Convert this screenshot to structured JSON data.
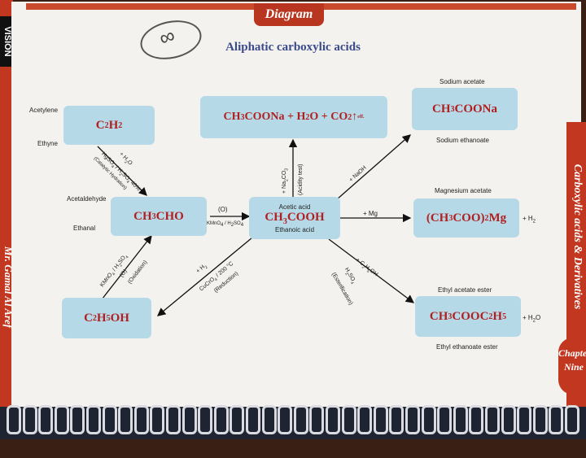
{
  "header": {
    "tab_label": "Diagram",
    "title": "Aliphatic carboxylic acids"
  },
  "side": {
    "left_brand": "VISION",
    "left_author": "Mr. Gamal Al Aref",
    "right_running_title": "Carboxylic acids & Derivatives",
    "chapter_label": "Chapter",
    "chapter_number": "Nine"
  },
  "handwriting": {
    "mark": "∞"
  },
  "nodes": {
    "acetylene": {
      "formula_a": "C",
      "sub_a": "2",
      "formula_b": "H",
      "sub_b": "2",
      "name1": "Acetylene",
      "name2": "Ethyne"
    },
    "acetaldehyde": {
      "formula_a": "CH",
      "sub_a": "3",
      "formula_b": "CHO",
      "name1": "Acetaldehyde",
      "name2": "Ethanal"
    },
    "ethanol": {
      "formula_a": "C",
      "sub_a": "2",
      "formula_b": "H",
      "sub_b": "5",
      "formula_c": "OH"
    },
    "acetic_acid": {
      "formula_a": "CH",
      "sub_a": "3",
      "formula_b": "COOH",
      "name1": "Acetic acid",
      "name2": "Ethanoic acid"
    },
    "acidity_products": {
      "t1": "CH",
      "s1": "3",
      "t2": "COONa + H",
      "s2": "2",
      "t3": "O + CO",
      "s3": "2",
      "t4": "↑",
      "s4": "eff."
    },
    "sodium_acetate": {
      "formula_a": "CH",
      "sub_a": "3",
      "formula_b": "COONa",
      "name1": "Sodium acetate",
      "name2": "Sodium ethanoate"
    },
    "magnesium_acetate": {
      "formula_a": "(CH",
      "sub_a": "3",
      "formula_b": "COO)",
      "sub_b": "2",
      "formula_c": "Mg",
      "byproduct": "+ H",
      "byproduct_sub": "2",
      "name1": "Magnesium acetate"
    },
    "ethyl_acetate": {
      "formula_a": "CH",
      "sub_a": "3",
      "formula_b": "COOC",
      "sub_b": "2",
      "formula_c": "H",
      "sub_c": "5",
      "byproduct": "+ H",
      "byproduct_sub": "2",
      "byproduct_tail": "O",
      "name1": "Ethyl acetate ester",
      "name2": "Ethyl ethanoate ester"
    }
  },
  "reactions": {
    "hydration": {
      "l1": "+ H",
      "l1s": "2",
      "l1t": "O",
      "l2a": "HgSO",
      "l2s1": "4",
      "l2b": " / H",
      "l2s2": "2",
      "l2c": "SO",
      "l2s3": "4",
      "l2d": " 40%",
      "l3": "(Catalytic Hydration)"
    },
    "oxidation_aldehyde": {
      "top": "(O)",
      "bottom_a": "KMnO",
      "bottom_s1": "4",
      "bottom_b": " / H",
      "bottom_s2": "2",
      "bottom_c": "SO",
      "bottom_s3": "4"
    },
    "oxidation_alcohol": {
      "l1a": "KMnO",
      "l1s1": "4",
      "l1b": " / H",
      "l1s2": "2",
      "l1c": "SO",
      "l1s3": "4",
      "l2": "(O)",
      "l3": "(Oxidation)"
    },
    "acidity": {
      "l1a": "+ Na",
      "l1s1": "2",
      "l1b": "CO",
      "l1s2": "3",
      "l2": "(Acidity test)"
    },
    "naoh": {
      "label": "+ NaOH"
    },
    "mg": {
      "label": "+ Mg"
    },
    "reduction": {
      "l1a": "+ H",
      "l1s": "2",
      "l2a": "CuCrO",
      "l2s": "4",
      "l2b": " / 200 °C",
      "l3": "(Reduction)"
    },
    "esterification": {
      "l1a": "+ C",
      "l1s1": "2",
      "l1b": "H",
      "l1s2": "5",
      "l1c": "OH",
      "l2a": "H",
      "l2s1": "2",
      "l2b": "SO",
      "l2s2": "4",
      "l3": "(Esterification)"
    }
  },
  "colors": {
    "box_fill": "#b6d9e8",
    "formula_text": "#b12020",
    "title_text": "#3a4a8c",
    "accent_red": "#c2371f"
  }
}
